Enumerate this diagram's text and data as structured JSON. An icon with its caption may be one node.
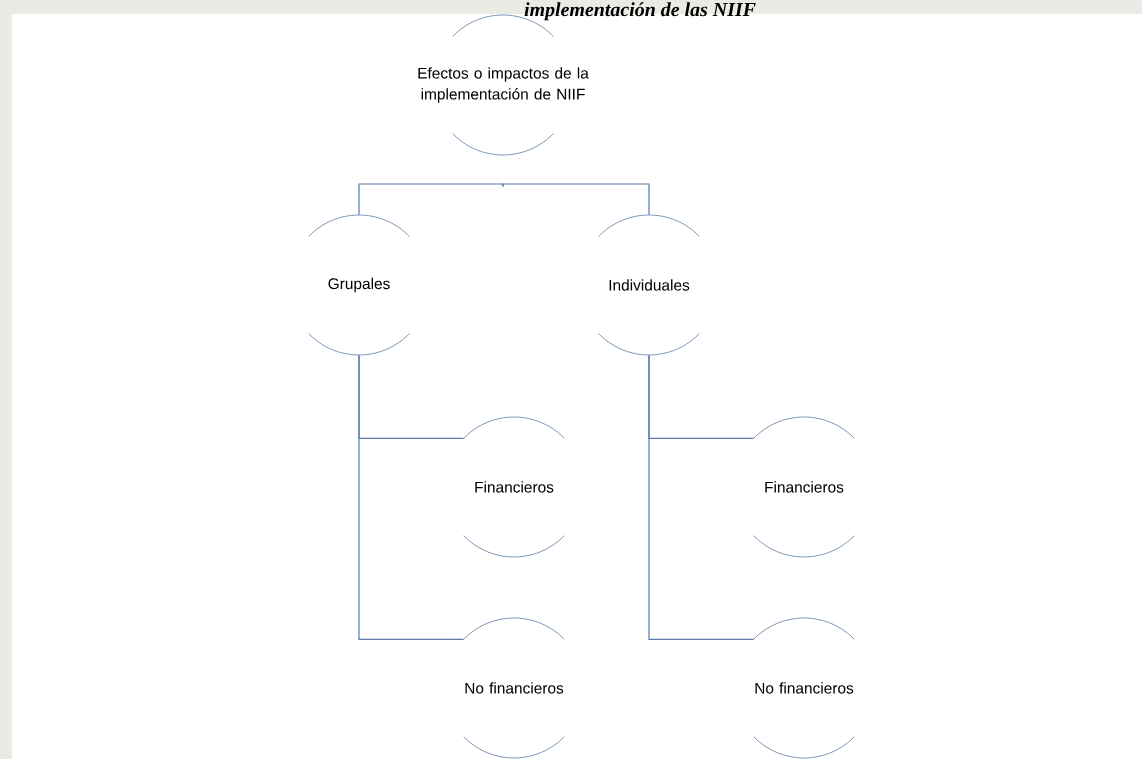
{
  "diagram": {
    "nodes": [
      {
        "text": [
          "Efectos o impactos de la implementación de NIIF"
        ]
      },
      {
        "text": [
          "Grupales"
        ]
      },
      {
        "text": [
          "Individuales"
        ]
      },
      {
        "text": [
          "Financieros"
        ]
      },
      {
        "text": [
          "No financieros"
        ]
      },
      {
        "text": [
          "Financieros"
        ]
      },
      {
        "text": [
          "No financieros"
        ]
      }
    ],
    "edges": [
      {
        "from": 0,
        "to": 1,
        "arrow": "none"
      },
      {
        "from": 0,
        "to": 2,
        "arrow": "none"
      },
      {
        "from": 1,
        "to": 3,
        "arrow": "none"
      },
      {
        "from": 1,
        "to": 4,
        "arrow": "none"
      },
      {
        "from": 2,
        "to": 5,
        "arrow": "none"
      },
      {
        "from": 2,
        "to": 6,
        "arrow": "none"
      }
    ],
    "labels": [
      "implementación de las NIIF"
    ]
  }
}
